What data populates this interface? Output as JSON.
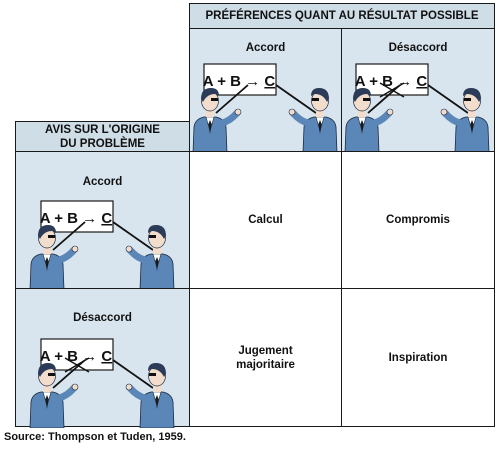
{
  "top_header": "PRÉFÉRENCES QUANT AU RÉSULTAT POSSIBLE",
  "left_header": [
    "AVIS SUR L'ORIGINE",
    "DU PROBLÈME"
  ],
  "columns": [
    {
      "label": "Accord",
      "board_text": "A + B → C"
    },
    {
      "label": "Désaccord",
      "board_text": "A + B → C"
    }
  ],
  "rows": [
    {
      "label": "Accord",
      "board_text": "A + B → C"
    },
    {
      "label": "Désaccord",
      "board_text": "A + B → C"
    }
  ],
  "outcomes": {
    "agree_agree": "Calcul",
    "agree_disagree": "Compromis",
    "disagree_agree": [
      "Jugement",
      "majoritaire"
    ],
    "disagree_disagree": "Inspiration"
  },
  "source": "Source: Thompson et Tuden, 1959.",
  "colors": {
    "header_bg": "#cfdde6",
    "picture_bg": "#d9e5ee",
    "figure": "#5b86b8",
    "hair": "#2c3c58"
  }
}
